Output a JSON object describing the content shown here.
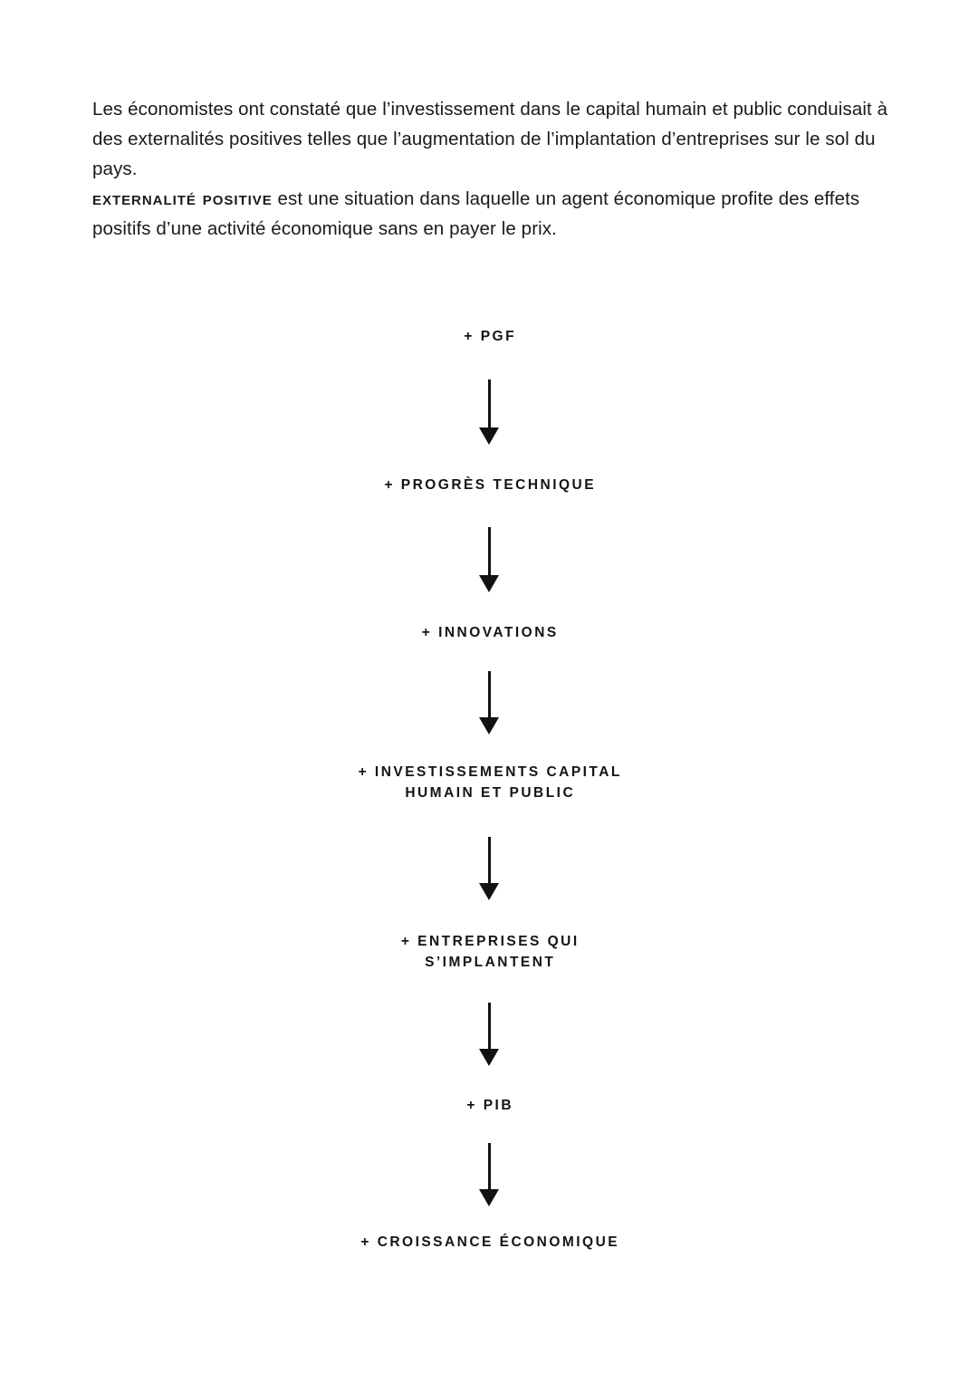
{
  "document": {
    "background_color": "#ffffff",
    "text_color": "#18181a",
    "language": "fr"
  },
  "intro": {
    "paragraph_1": "Les économistes ont constaté que l’investissement dans le capital humain et public conduisait à des externalités positives telles que l’augmentation de l’implantation d’entreprises sur le sol du pays.",
    "definition": {
      "term": "Externalité positive",
      "text": " est une situation dans laquelle un agent économique profite des effets positifs d’une activité économique sans en payer le prix."
    }
  },
  "diagram": {
    "type": "flowchart",
    "orientation": "vertical",
    "arrow_color": "#121214",
    "node_color": "#141416",
    "nodes": [
      {
        "id": "pgf",
        "lines": [
          "+ PGF"
        ]
      },
      {
        "id": "progres-technique",
        "lines": [
          "+ PROGRÈS TECHNIQUE"
        ]
      },
      {
        "id": "innovations",
        "lines": [
          "+ INNOVATIONS"
        ]
      },
      {
        "id": "investissements",
        "lines": [
          "+ INVESTISSEMENTS CAPITAL",
          "HUMAIN ET PUBLIC"
        ]
      },
      {
        "id": "entreprises",
        "lines": [
          "+ ENTREPRISES QUI",
          "S’IMPLANTENT"
        ]
      },
      {
        "id": "pib",
        "lines": [
          "+ PIB"
        ]
      },
      {
        "id": "croissance",
        "lines": [
          "+ CROISSANCE ÉCONOMIQUE"
        ]
      }
    ],
    "node_text": {
      "pgf": "+ PGF",
      "progres_technique": "+ PROGRÈS TECHNIQUE",
      "innovations": "+ INNOVATIONS",
      "investissements": "+ INVESTISSEMENTS CAPITAL\nHUMAIN ET PUBLIC",
      "entreprises": "+ ENTREPRISES QUI\nS’IMPLANTENT",
      "pib": "+ PIB",
      "croissance": "+ CROISSANCE ÉCONOMIQUE"
    },
    "edges": [
      {
        "from": "pgf",
        "to": "progres-technique",
        "label": ""
      },
      {
        "from": "progres-technique",
        "to": "innovations",
        "label": ""
      },
      {
        "from": "innovations",
        "to": "investissements",
        "label": ""
      },
      {
        "from": "investissements",
        "to": "entreprises",
        "label": ""
      },
      {
        "from": "entreprises",
        "to": "pib",
        "label": ""
      },
      {
        "from": "pib",
        "to": "croissance",
        "label": ""
      }
    ]
  }
}
